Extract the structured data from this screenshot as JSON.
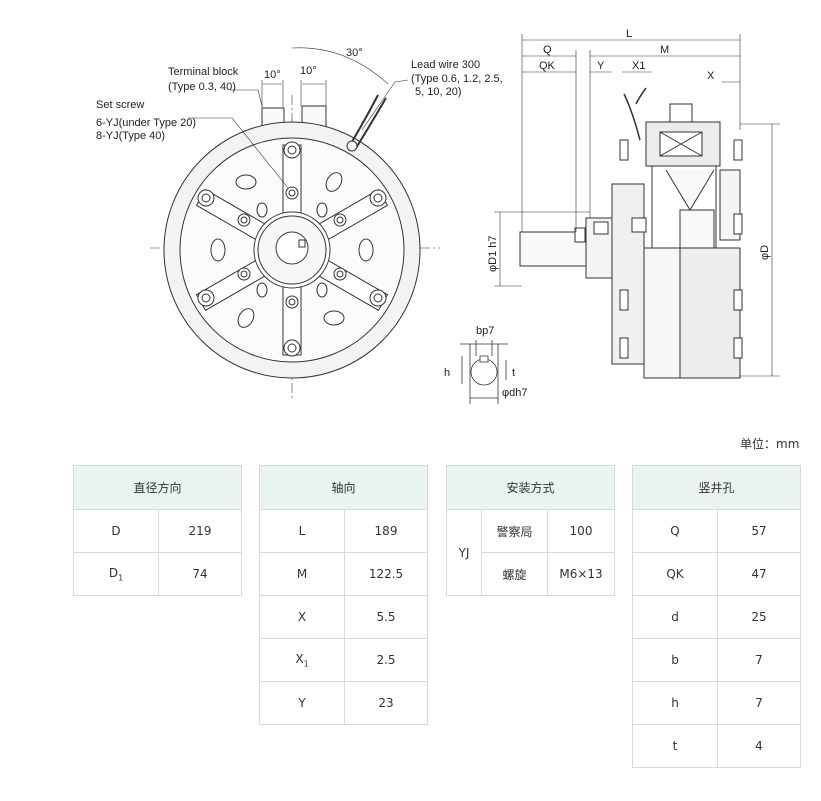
{
  "drawing": {
    "terminal_block": "Terminal block",
    "terminal_type": "(Type 0.3, 40)",
    "set_screw": "Set screw",
    "set_screw_6": "6-YJ(under Type 20)",
    "set_screw_8": "8-YJ(Type 40)",
    "lead_wire": "Lead wire 300",
    "lead_type_1": "(Type 0.6, 1.2, 2.5,",
    "lead_type_2": "5, 10, 20)",
    "angle_10a": "10°",
    "angle_10b": "10°",
    "angle_30": "30°",
    "dim_L": "L",
    "dim_Q": "Q",
    "dim_M": "M",
    "dim_QK": "QK",
    "dim_Y": "Y",
    "dim_X1": "X1",
    "dim_X": "X",
    "dim_D": "φD",
    "dim_D1": "φD1 h7",
    "key_b": "bp7",
    "key_h": "h",
    "key_t": "t",
    "key_d": "φdh7"
  },
  "unit_label": "单位：mm",
  "tables": {
    "radial": {
      "header": "直径方向",
      "rows": [
        {
          "k": "D",
          "v": "219"
        },
        {
          "k": "D",
          "sub": "1",
          "v": "74"
        }
      ]
    },
    "axial": {
      "header": "轴向",
      "rows": [
        {
          "k": "L",
          "v": "189"
        },
        {
          "k": "M",
          "v": "122.5"
        },
        {
          "k": "X",
          "v": "5.5"
        },
        {
          "k": "X",
          "sub": "1",
          "v": "2.5"
        },
        {
          "k": "Y",
          "v": "23"
        }
      ]
    },
    "mount": {
      "header": "安装方式",
      "group": "YJ",
      "rows": [
        {
          "k": "警察局",
          "v": "100"
        },
        {
          "k": "螺旋",
          "v": "M6×13"
        }
      ]
    },
    "shaft": {
      "header": "竖井孔",
      "rows": [
        {
          "k": "Q",
          "v": "57"
        },
        {
          "k": "QK",
          "v": "47"
        },
        {
          "k": "d",
          "v": "25"
        },
        {
          "k": "b",
          "v": "7"
        },
        {
          "k": "h",
          "v": "7"
        },
        {
          "k": "t",
          "v": "4"
        }
      ]
    }
  }
}
